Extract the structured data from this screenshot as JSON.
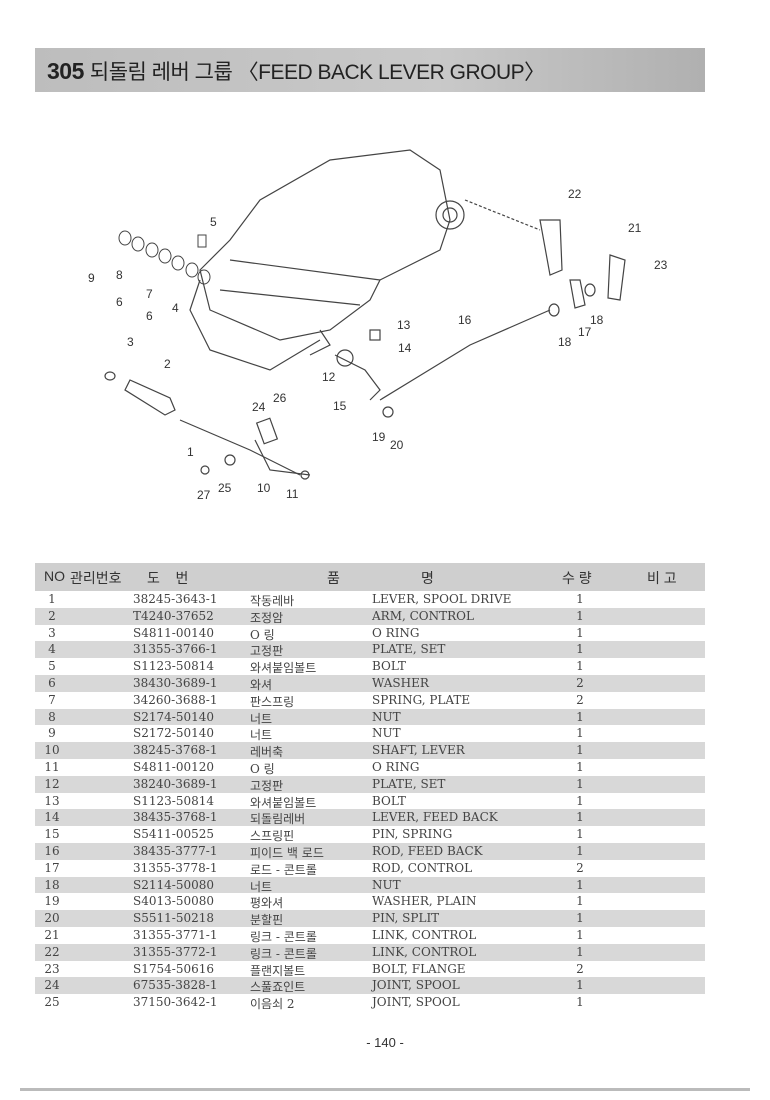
{
  "header": {
    "number": "305",
    "title": "되돌림 레버 그룹 〈FEED BACK LEVER GROUP〉"
  },
  "diagram": {
    "callouts": [
      "22",
      "21",
      "23",
      "5",
      "9",
      "8",
      "6",
      "7",
      "6",
      "4",
      "13",
      "16",
      "18",
      "17",
      "18",
      "3",
      "2",
      "14",
      "12",
      "15",
      "24",
      "26",
      "19",
      "20",
      "1",
      "27",
      "25",
      "10",
      "11"
    ]
  },
  "table": {
    "headers": {
      "no": "NO",
      "mgmt": "관리번호",
      "drawing": "도    번",
      "name1": "품",
      "name2": "명",
      "qty": "수 량",
      "remarks": "비 고"
    },
    "rows": [
      {
        "no": "1",
        "part": "38245-3643-1",
        "kr": "작동레바",
        "en": "LEVER, SPOOL DRIVE",
        "qty": "1"
      },
      {
        "no": "2",
        "part": "T4240-37652",
        "kr": "조정암",
        "en": "ARM, CONTROL",
        "qty": "1"
      },
      {
        "no": "3",
        "part": "S4811-00140",
        "kr": "O 링",
        "en": "O RING",
        "qty": "1"
      },
      {
        "no": "4",
        "part": "31355-3766-1",
        "kr": "고정판",
        "en": "PLATE, SET",
        "qty": "1"
      },
      {
        "no": "5",
        "part": "S1123-50814",
        "kr": "와셔붙임볼트",
        "en": "BOLT",
        "qty": "1"
      },
      {
        "no": "6",
        "part": "38430-3689-1",
        "kr": "와셔",
        "en": "WASHER",
        "qty": "2"
      },
      {
        "no": "7",
        "part": "34260-3688-1",
        "kr": "판스프링",
        "en": "SPRING, PLATE",
        "qty": "2"
      },
      {
        "no": "8",
        "part": "S2174-50140",
        "kr": "너트",
        "en": "NUT",
        "qty": "1"
      },
      {
        "no": "9",
        "part": "S2172-50140",
        "kr": "너트",
        "en": "NUT",
        "qty": "1"
      },
      {
        "no": "10",
        "part": "38245-3768-1",
        "kr": "레버축",
        "en": "SHAFT, LEVER",
        "qty": "1"
      },
      {
        "no": "11",
        "part": "S4811-00120",
        "kr": "O 링",
        "en": "O RING",
        "qty": "1"
      },
      {
        "no": "12",
        "part": "38240-3689-1",
        "kr": "고정판",
        "en": "PLATE, SET",
        "qty": "1"
      },
      {
        "no": "13",
        "part": "S1123-50814",
        "kr": "와셔붙임볼트",
        "en": "BOLT",
        "qty": "1"
      },
      {
        "no": "14",
        "part": "38435-3768-1",
        "kr": "되돌림레버",
        "en": "LEVER, FEED BACK",
        "qty": "1"
      },
      {
        "no": "15",
        "part": "S5411-00525",
        "kr": "스프링핀",
        "en": "PIN, SPRING",
        "qty": "1"
      },
      {
        "no": "16",
        "part": "38435-3777-1",
        "kr": "피이드 백 로드",
        "en": "ROD, FEED BACK",
        "qty": "1"
      },
      {
        "no": "17",
        "part": "31355-3778-1",
        "kr": "로드 - 콘트롤",
        "en": "ROD, CONTROL",
        "qty": "2"
      },
      {
        "no": "18",
        "part": "S2114-50080",
        "kr": "너트",
        "en": "NUT",
        "qty": "1"
      },
      {
        "no": "19",
        "part": "S4013-50080",
        "kr": "평와셔",
        "en": "WASHER, PLAIN",
        "qty": "1"
      },
      {
        "no": "20",
        "part": "S5511-50218",
        "kr": "분할핀",
        "en": "PIN, SPLIT",
        "qty": "1"
      },
      {
        "no": "21",
        "part": "31355-3771-1",
        "kr": "링크 - 콘트롤",
        "en": "LINK, CONTROL",
        "qty": "1"
      },
      {
        "no": "22",
        "part": "31355-3772-1",
        "kr": "링크 - 콘트롤",
        "en": "LINK, CONTROL",
        "qty": "1"
      },
      {
        "no": "23",
        "part": "S1754-50616",
        "kr": "플랜지볼트",
        "en": "BOLT, FLANGE",
        "qty": "2"
      },
      {
        "no": "24",
        "part": "67535-3828-1",
        "kr": "스풀죠인트",
        "en": "JOINT, SPOOL",
        "qty": "1"
      },
      {
        "no": "25",
        "part": "37150-3642-1",
        "kr": "이음쇠 2",
        "en": "JOINT, SPOOL",
        "qty": "1"
      }
    ]
  },
  "footer": {
    "page": "- 140 -"
  }
}
